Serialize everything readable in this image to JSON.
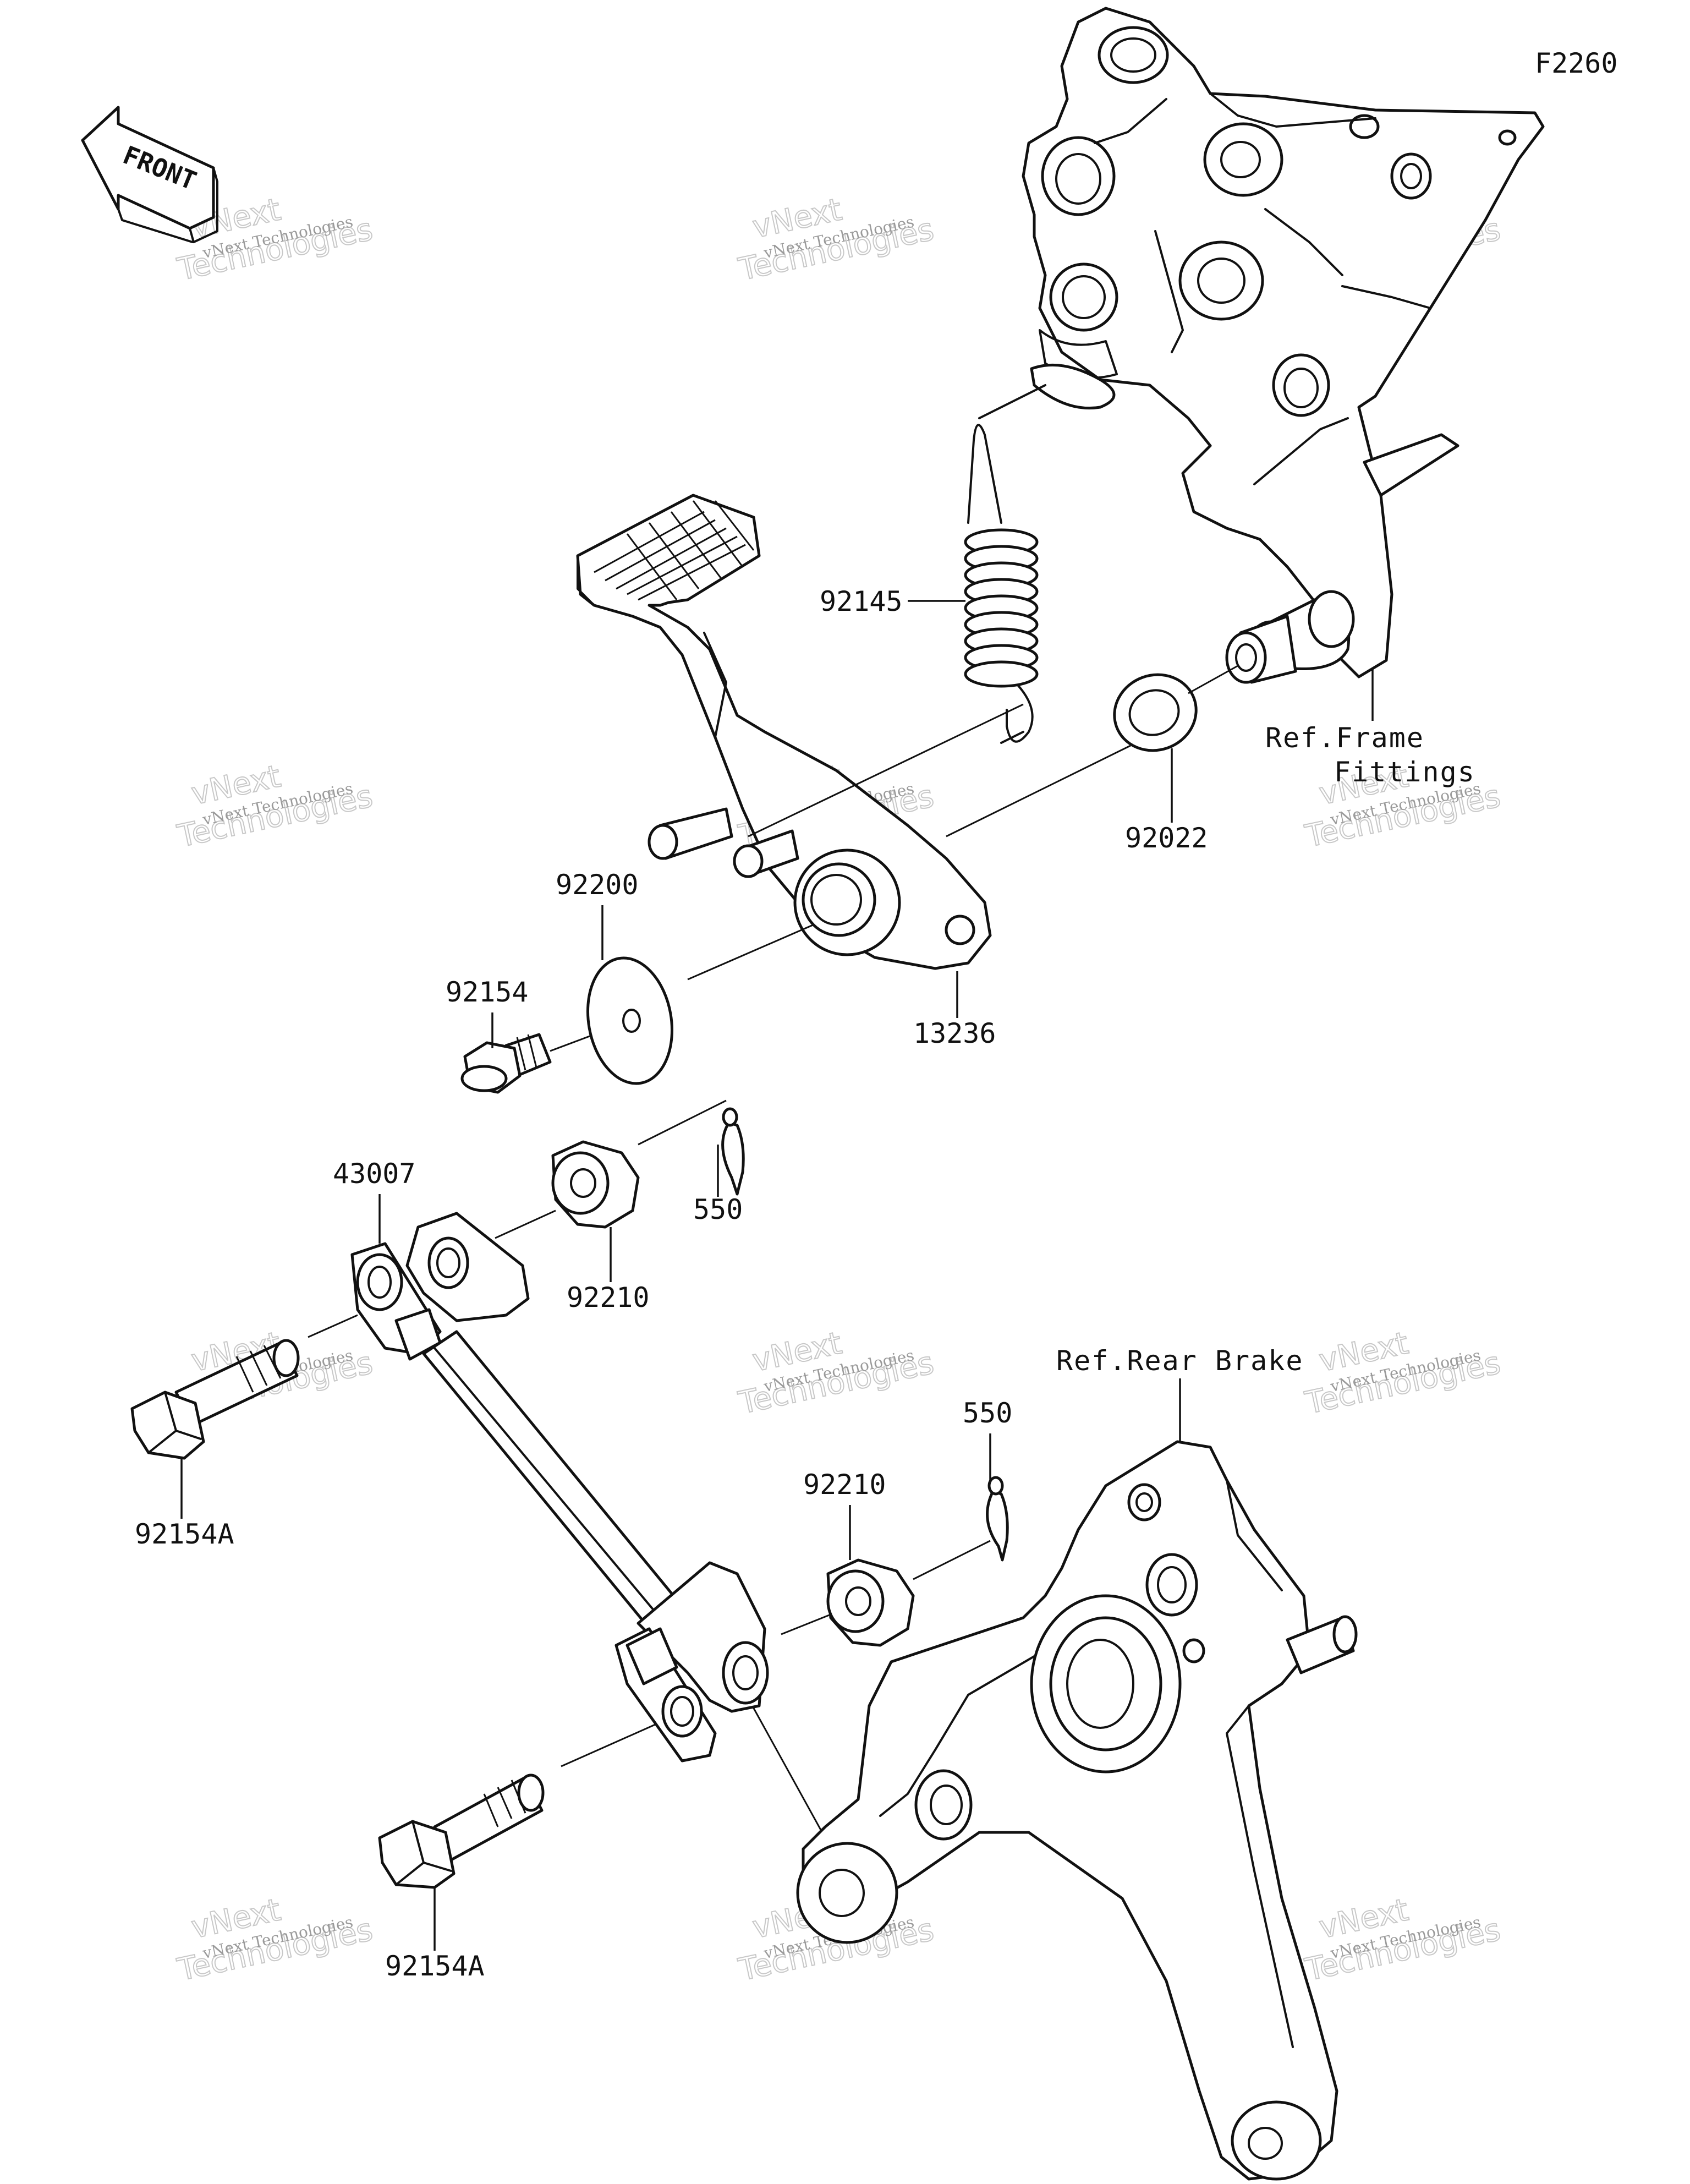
{
  "diagram_code": "F2260",
  "front_arrow": {
    "text": "FRONT",
    "icon": "front-direction-arrow-icon"
  },
  "callouts": {
    "spring": "92145",
    "washer_large": "92022",
    "ref_frame_line1": "Ref.Frame",
    "ref_frame_line2": "Fittings",
    "washer_small": "92200",
    "bolt_small": "92154",
    "pedal": "13236",
    "cotter_pin_upper": "550",
    "nut_upper": "92210",
    "rod": "43007",
    "bolt_upper": "92154A",
    "ref_rear_brake": "Ref.Rear Brake",
    "cotter_pin_lower": "550",
    "nut_lower": "92210",
    "bolt_lower": "92154A"
  },
  "watermark": {
    "line1": "vNext Technologies",
    "line2": "vNext",
    "line3": "Technologies"
  }
}
